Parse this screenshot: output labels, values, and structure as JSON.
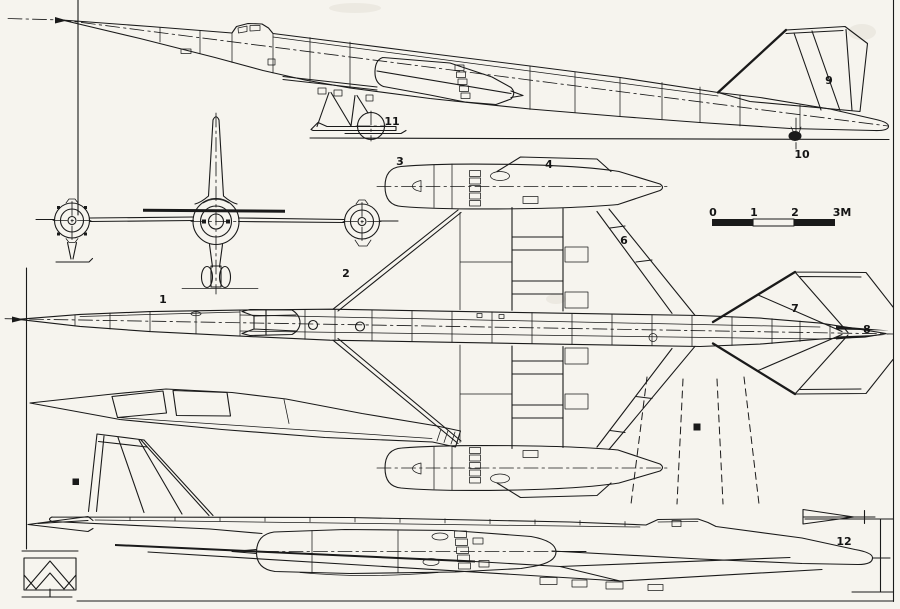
{
  "drawing": {
    "callouts": {
      "c1": "1",
      "c2": "2",
      "c3": "3",
      "c4": "4",
      "c6": "6",
      "c7": "7",
      "c8": "8",
      "c9": "9",
      "c10": "10",
      "c11": "11",
      "c12": "12"
    },
    "scalebar": {
      "labels": [
        "0",
        "1",
        "2",
        "3M"
      ]
    },
    "colors": {
      "ink": "#1a1a1a",
      "paper": "#f6f4ee"
    }
  }
}
